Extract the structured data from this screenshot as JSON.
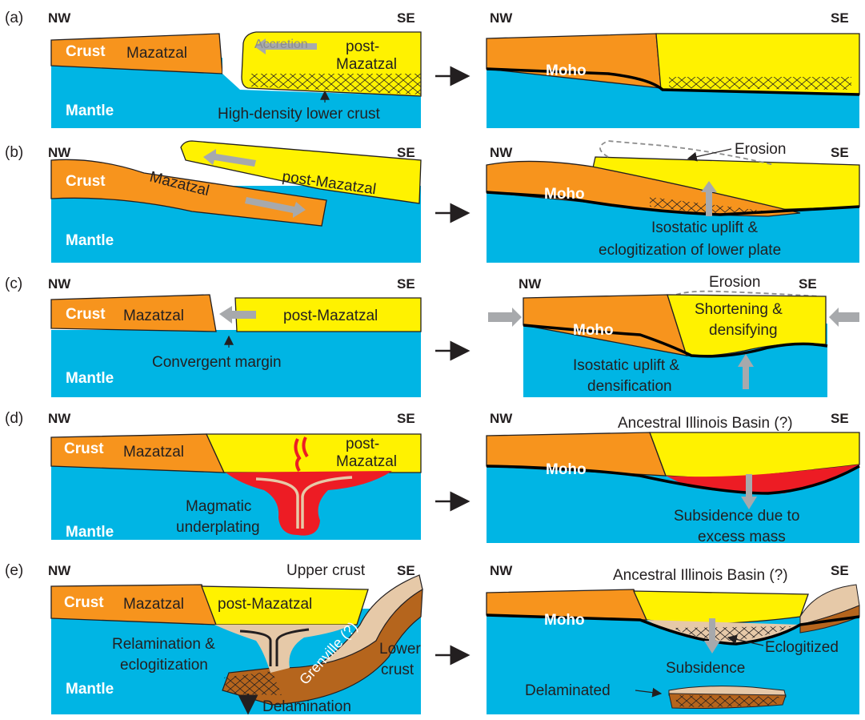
{
  "directions": {
    "nw": "NW",
    "se": "SE"
  },
  "panels": [
    {
      "tag": "(a)"
    },
    {
      "tag": "(b)"
    },
    {
      "tag": "(c)"
    },
    {
      "tag": "(d)"
    },
    {
      "tag": "(e)"
    }
  ],
  "labels": {
    "crust": "Crust",
    "mazatzal": "Mazatzal",
    "post_mazatzal": "post-Mazatzal",
    "post": "post-",
    "mazatzal_tail": "Mazatzal",
    "mantle": "Mantle",
    "moho": "Moho",
    "accretion": "Accretion",
    "high_density": "High-density lower crust",
    "erosion": "Erosion",
    "iso_uplift_1": "Isostatic uplift &",
    "iso_uplift_2": "eclogitization of lower plate",
    "convergent": "Convergent margin",
    "shortening_1": "Shortening &",
    "shortening_2": "densifying",
    "densif_1": "Isostatic uplift &",
    "densif_2": "densification",
    "magmatic_1": "Magmatic",
    "magmatic_2": "underplating",
    "ancestral": "Ancestral Illinois Basin (?)",
    "subsidence_1": "Subsidence due to",
    "subsidence_2": "excess mass",
    "upper_crust": "Upper crust",
    "grenville": "Grenville (?)",
    "lower_1": "Lower",
    "lower_2": "crust",
    "relam_1": "Relamination &",
    "relam_2": "eclogitization",
    "delamination": "Delamination",
    "subsidence": "Subsidence",
    "eclogitized": "Eclogitized",
    "delaminated": "Delaminated"
  },
  "colors": {
    "mantle": "#00b5e4",
    "mazatzal": "#f7941d",
    "post_mazatzal": "#fff200",
    "melt": "#ed1c24",
    "grenville_upper": "#e6c9a8",
    "grenville_lower": "#b5651d",
    "arrow": "#a7a9ac"
  }
}
